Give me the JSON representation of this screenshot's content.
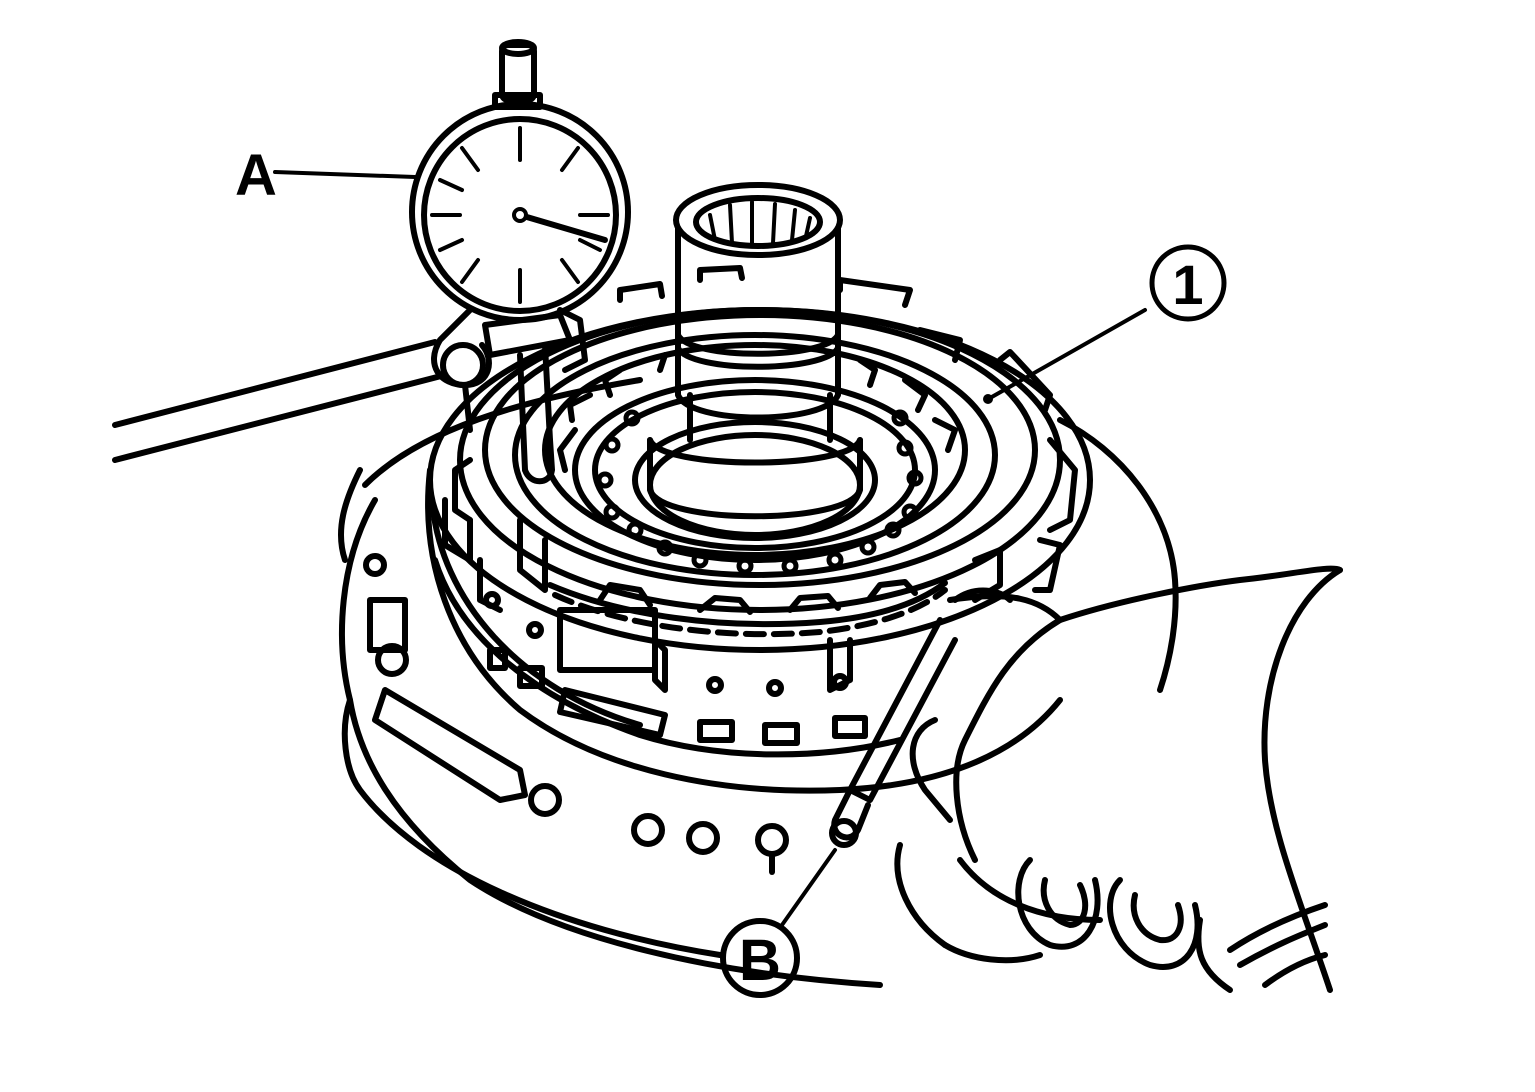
{
  "figure": {
    "background": "#ffffff",
    "ink": "#000000",
    "callouts": {
      "A": {
        "label": "A"
      },
      "one": {
        "label": "1"
      },
      "B": {
        "label": "B"
      }
    }
  }
}
